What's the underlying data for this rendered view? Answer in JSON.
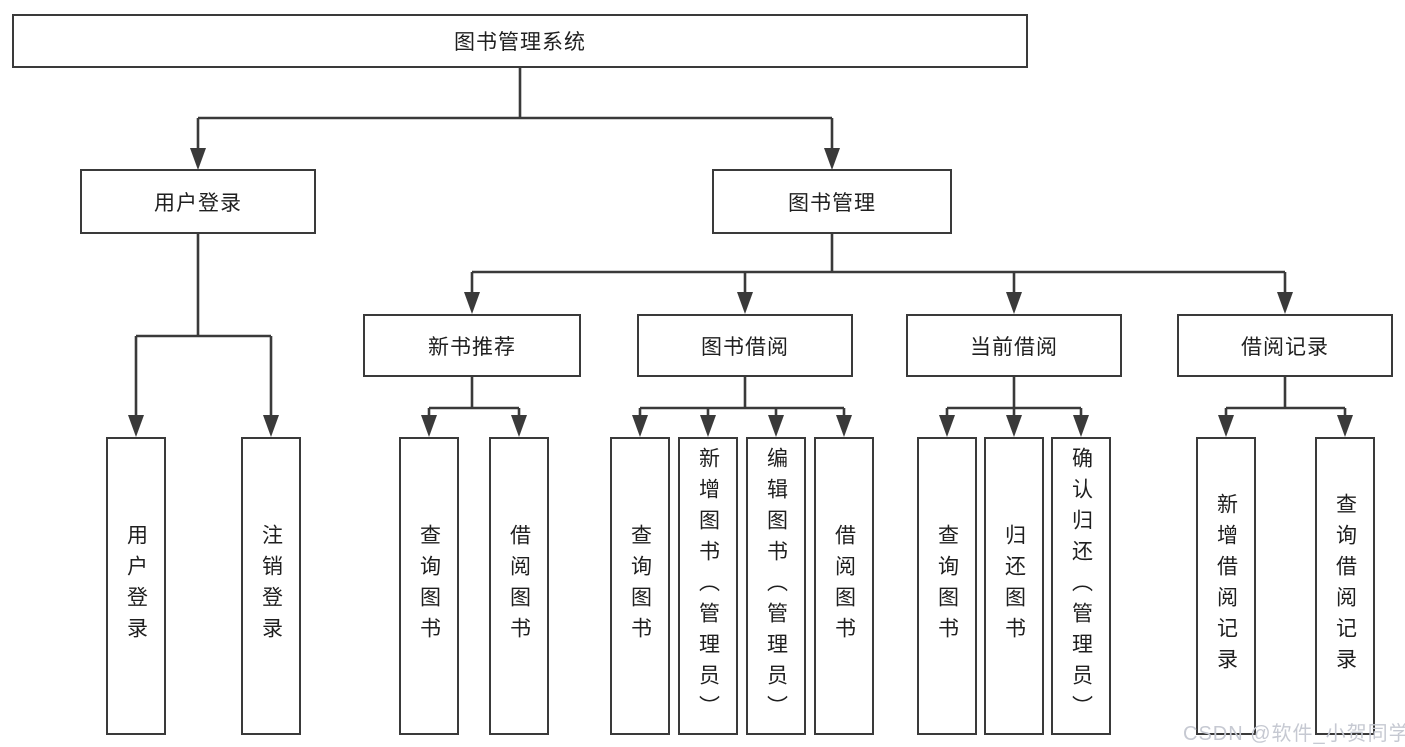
{
  "tree": {
    "label": "图书管理系统",
    "children": [
      {
        "label": "用户登录",
        "children": [
          {
            "label": "用户登录"
          },
          {
            "label": "注销登录"
          }
        ]
      },
      {
        "label": "图书管理",
        "children": [
          {
            "label": "新书推荐",
            "children": [
              {
                "label": "查询图书"
              },
              {
                "label": "借阅图书"
              }
            ]
          },
          {
            "label": "图书借阅",
            "children": [
              {
                "label": "查询图书"
              },
              {
                "label": "新增图书（管理员）"
              },
              {
                "label": "编辑图书（管理员）"
              },
              {
                "label": "借阅图书"
              }
            ]
          },
          {
            "label": "当前借阅",
            "children": [
              {
                "label": "查询图书"
              },
              {
                "label": "归还图书"
              },
              {
                "label": "确认归还（管理员）"
              }
            ]
          },
          {
            "label": "借阅记录",
            "children": [
              {
                "label": "新增借阅记录"
              },
              {
                "label": "查询借阅记录"
              }
            ]
          }
        ]
      }
    ]
  },
  "watermark": {
    "text": "CSDN @软件_小贺同学"
  },
  "colors": {
    "line": "#3a3a3a",
    "box-border": "#3a3a3a",
    "text": "#1f1f1f",
    "background": "#ffffff",
    "watermark": "#c6c9d2"
  }
}
